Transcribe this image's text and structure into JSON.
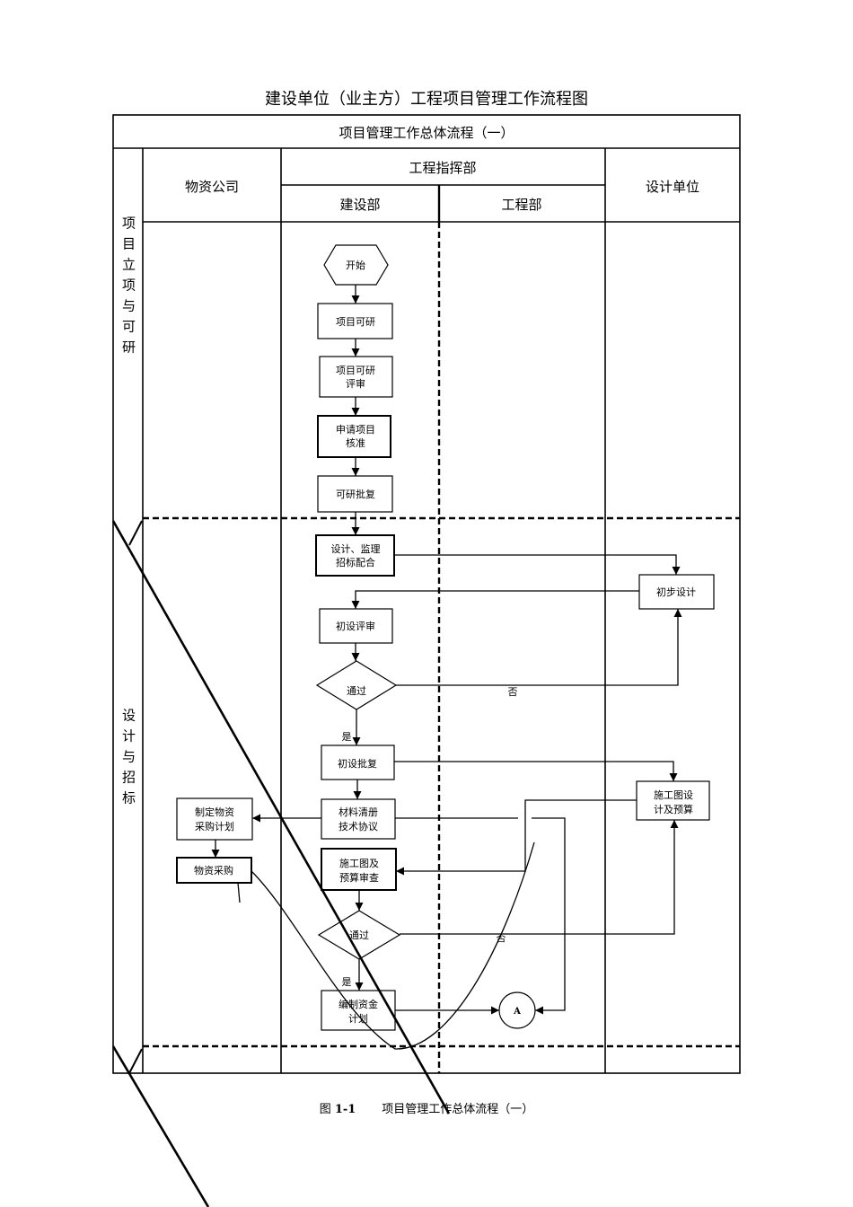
{
  "title": "建设单位（业主方）工程项目管理工作流程图",
  "table_title": "项目管理工作总体流程（一）",
  "columns": {
    "wuzi": "物资公司",
    "zhihuibu": "工程指挥部",
    "jianshebu": "建设部",
    "gongchengbu": "工程部",
    "sheji": "设计单位"
  },
  "phases": {
    "phase1": "项目立项与可研",
    "phase2": "设计与招标"
  },
  "nodes": {
    "start": "开始",
    "kexing": "项目可研",
    "kexing_review_1": "项目可研",
    "kexing_review_2": "评审",
    "apply_1": "申请项目",
    "apply_2": "核准",
    "approve": "可研批复",
    "tender_1": "设计、监理",
    "tender_2": "招标配合",
    "prelim_design": "初步设计",
    "prelim_review": "初设评审",
    "pass1": "通过",
    "no1": "否",
    "yes1": "是",
    "prelim_approve": "初设批复",
    "construct_design_1": "施工图设",
    "construct_design_2": "计及预算",
    "material_1": "材料清册",
    "material_2": "技术协议",
    "plan_1": "制定物资",
    "plan_2": "采购计划",
    "purchase": "物资采购",
    "construct_review_1": "施工图及",
    "construct_review_2": "预算审查",
    "pass2": "通过",
    "no2": "否",
    "yes2": "是",
    "fund_1": "编制资金",
    "fund_2": "计划",
    "connector": "A"
  },
  "caption": {
    "figure": "图",
    "number": "1-1",
    "text": "项目管理工作总体流程（一）"
  }
}
